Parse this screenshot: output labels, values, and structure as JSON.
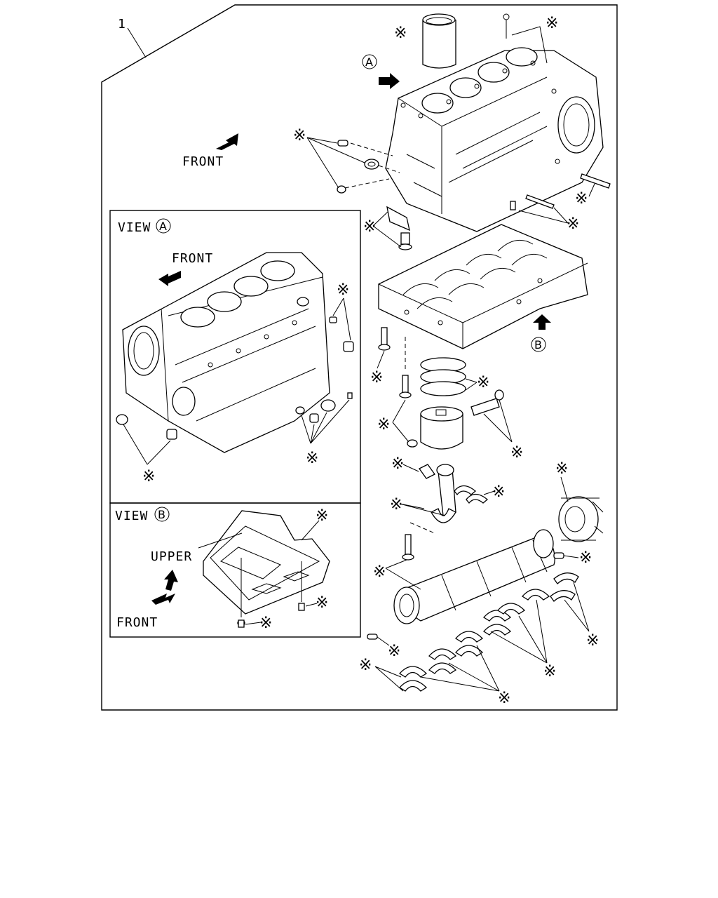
{
  "diagram": {
    "assembly_number": "1",
    "front_main": "FRONT",
    "view_a": {
      "title": "VIEW",
      "marker": "A",
      "front": "FRONT"
    },
    "view_b": {
      "title": "VIEW",
      "marker": "B",
      "upper": "UPPER",
      "front": "FRONT"
    },
    "marker_a": "A",
    "marker_b": "B",
    "part_mark": "※"
  }
}
